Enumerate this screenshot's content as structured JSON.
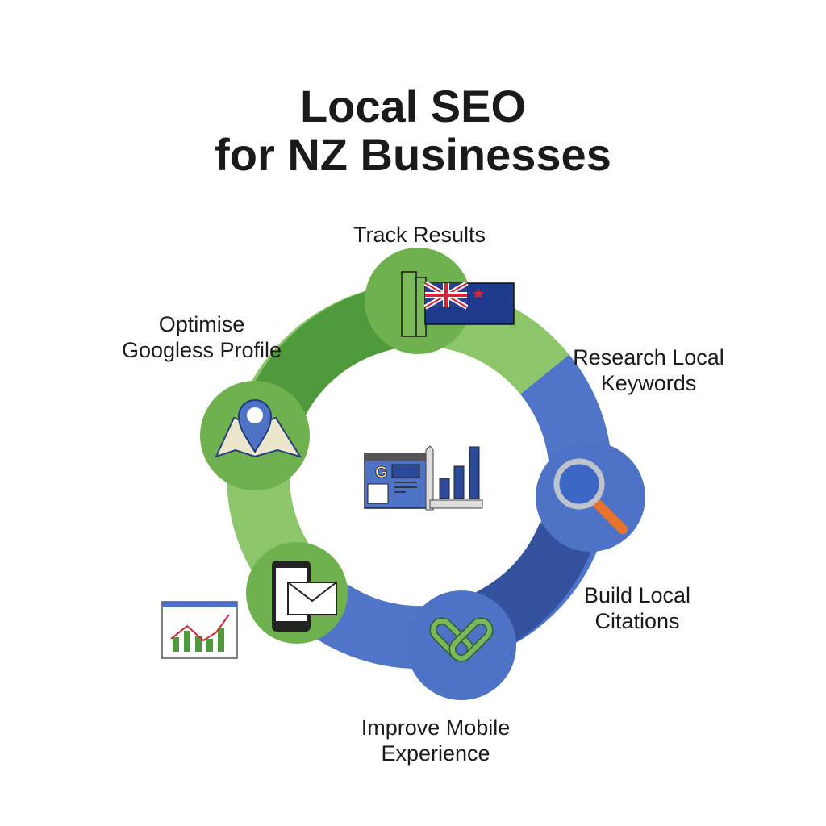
{
  "title": {
    "line1": "Local SEO",
    "line2": "for NZ Businesses"
  },
  "steps": [
    {
      "line1": "Track Results",
      "line2": "",
      "icon": "nz-flag-icon"
    },
    {
      "line1": "Research Local",
      "line2": "Keywords",
      "icon": "magnifier-icon"
    },
    {
      "line1": "Build Local",
      "line2": "Citations",
      "icon": "chain-link-icon"
    },
    {
      "line1": "Improve Mobile",
      "line2": "Experience",
      "icon": "phone-mail-icon"
    },
    {
      "line1": "Optimise",
      "line2": "Googless Profile",
      "icon": "map-pin-icon"
    }
  ],
  "colors": {
    "green": "#6fb04f",
    "light_green": "#95c96f",
    "blue": "#4e73c6",
    "dark_blue": "#34519e"
  }
}
